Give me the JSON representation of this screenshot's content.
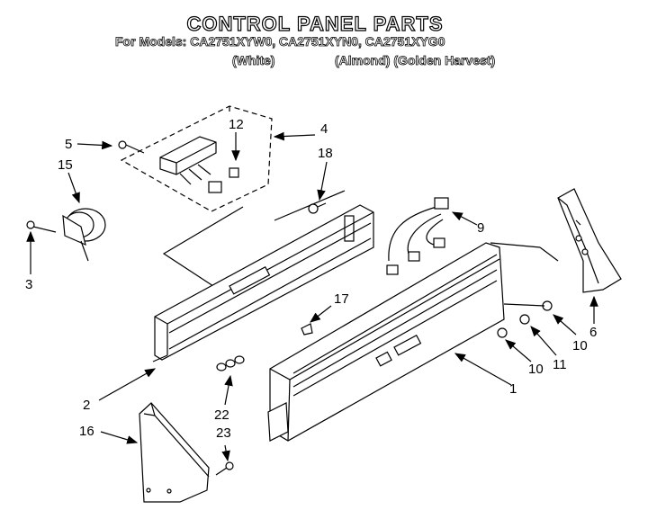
{
  "header": {
    "title": "CONTROL PANEL PARTS",
    "models_line": "For Models: CA2751XYW0, CA2751XYN0, CA2751XYG0",
    "color_white": "(White)",
    "color_others": "(Almond) (Golden Harvest)"
  },
  "callouts": {
    "c1": "1",
    "c2": "2",
    "c3": "3",
    "c4": "4",
    "c5": "5",
    "c6": "6",
    "c9": "9",
    "c10a": "10",
    "c10b": "10",
    "c11": "11",
    "c12": "12",
    "c15": "15",
    "c16": "16",
    "c17": "17",
    "c18": "18",
    "c22": "22",
    "c23": "23"
  }
}
